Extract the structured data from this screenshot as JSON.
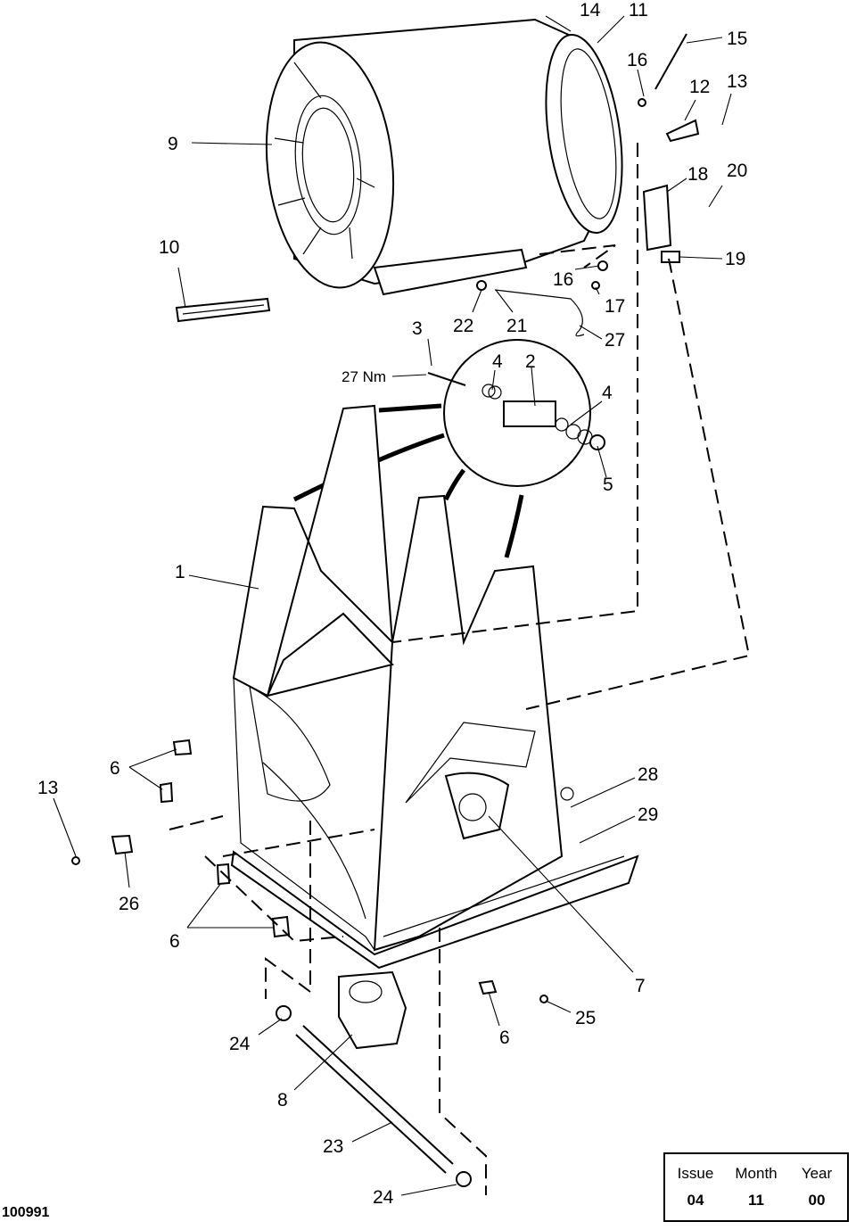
{
  "drawing_number": "100991",
  "torque_label": "27 Nm",
  "callouts": {
    "c1": "1",
    "c2": "2",
    "c3": "3",
    "c4a": "4",
    "c4b": "4",
    "c5": "5",
    "c6a": "6",
    "c6b": "6",
    "c6c": "6",
    "c7": "7",
    "c8": "8",
    "c9": "9",
    "c10": "10",
    "c11": "11",
    "c12": "12",
    "c13a": "13",
    "c13b": "13",
    "c14": "14",
    "c15": "15",
    "c16a": "16",
    "c16b": "16",
    "c17": "17",
    "c18": "18",
    "c19": "19",
    "c20": "20",
    "c21": "21",
    "c22": "22",
    "c23": "23",
    "c24a": "24",
    "c24b": "24",
    "c25": "25",
    "c26": "26",
    "c27": "27",
    "c28": "28",
    "c29": "29"
  },
  "issue_box": {
    "headers": [
      "Issue",
      "Month",
      "Year"
    ],
    "values": [
      "04",
      "11",
      "00"
    ]
  }
}
